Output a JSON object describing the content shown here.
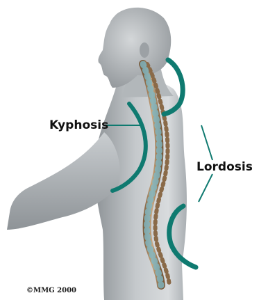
{
  "labels": {
    "kyphosis": "Kyphosis",
    "lordosis": "Lordosis"
  },
  "copyright": "©MMG 2000",
  "colors": {
    "accent_curve": "#0f7a70",
    "skin": "#b8bcbf",
    "bone": "#a7865f"
  }
}
